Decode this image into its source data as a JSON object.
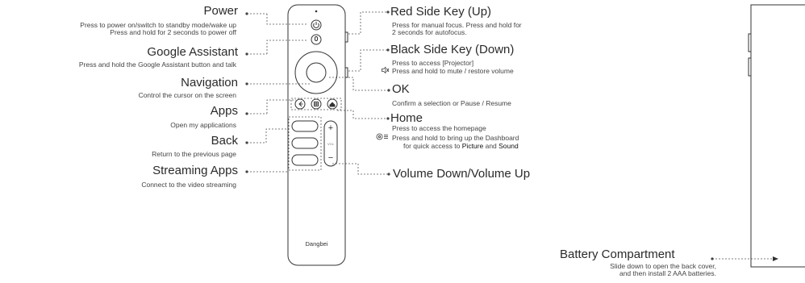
{
  "labels": {
    "power": {
      "title": "Power",
      "desc1": "Press to power on/switch to standby mode/wake up",
      "desc2": "Press and hold for 2 seconds to power off"
    },
    "google": {
      "title": "Google Assistant",
      "desc1": "Press and hold the Google Assistant button and talk"
    },
    "navigation": {
      "title": "Navigation",
      "desc1": "Control the cursor on the screen"
    },
    "apps": {
      "title": "Apps",
      "desc1": "Open my applications"
    },
    "back": {
      "title": "Back",
      "desc1": "Return to the previous page"
    },
    "streaming": {
      "title": "Streaming Apps",
      "desc1": "Connect to the video streaming"
    },
    "red_key": {
      "title": "Red Side Key (Up)",
      "desc1": "Press for manual focus. Press and hold for",
      "desc2": "2 seconds for autofocus."
    },
    "black_key": {
      "title": "Black Side Key (Down)",
      "desc1": "Press to access [Projector]",
      "desc2": "Press and hold  to mute / restore volume"
    },
    "ok": {
      "title": "OK",
      "desc1": "Confirm a selection or Pause / Resume"
    },
    "home": {
      "title": "Home",
      "desc1": "Press to access the homepage",
      "desc2": "Press and hold to bring up the Dashboard",
      "desc3_pre": "for quick access to ",
      "desc3_b1": "Picture",
      "desc3_mid": " and ",
      "desc3_b2": "Sound"
    },
    "volume": {
      "title": "Volume Down/Volume Up"
    },
    "battery": {
      "title": "Battery Compartment",
      "desc1": "Slide down to open the back cover,",
      "desc2": "and then install 2 AAA batteries."
    }
  },
  "remote": {
    "brand": "Dangbei",
    "vol_plus": "+",
    "vol_minus": "−",
    "vol_mid": "VOL"
  },
  "icons": {
    "mute": "mute-icon",
    "dashboard": "settings-gear-icon"
  },
  "colors": {
    "line": "#555555",
    "outline": "#333333",
    "text": "#2a2a2a"
  }
}
